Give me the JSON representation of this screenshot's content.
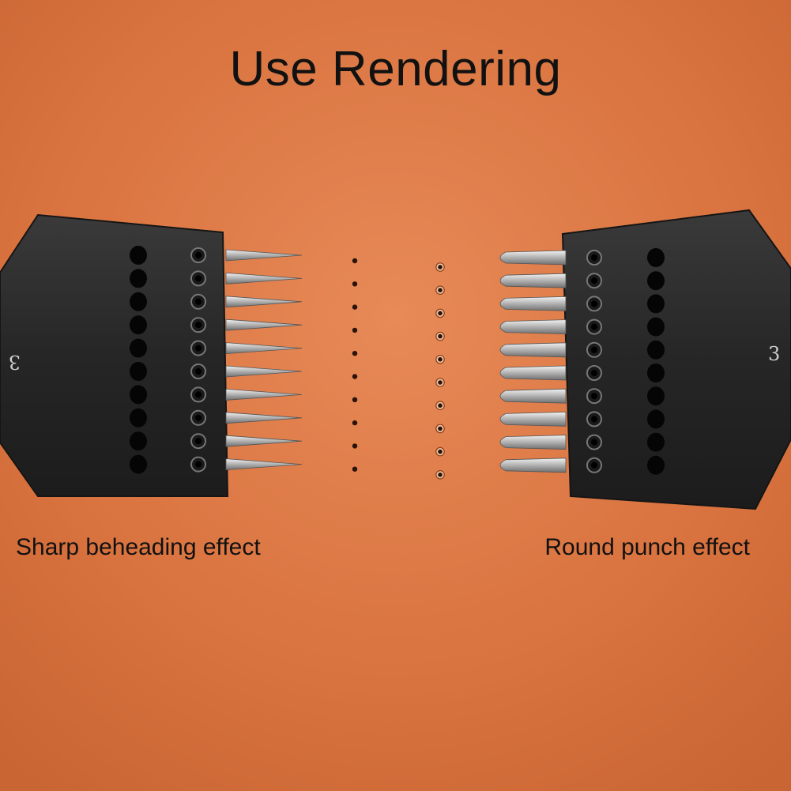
{
  "image": {
    "title": "Use Rendering",
    "captions": {
      "left": "Sharp beheading effect",
      "right": "Round punch effect"
    },
    "tool_marking": "3",
    "prong_count": 10,
    "colors": {
      "leather": "#D9733F",
      "leather_light": "#E6895A",
      "tool_body": "#2B2B2B",
      "prong_steel": "#B9B9B9",
      "text": "#111111"
    }
  }
}
